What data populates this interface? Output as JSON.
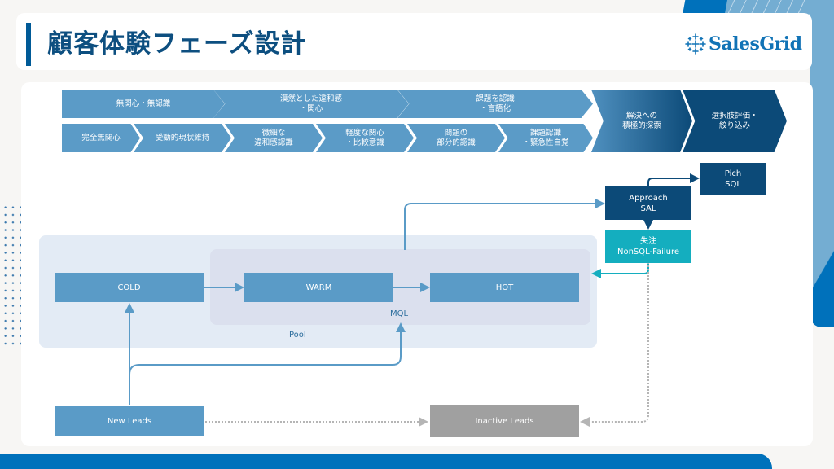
{
  "header": {
    "title": "顧客体験フェーズ設計",
    "logo_text": "SalesGrid",
    "logo_icon": "grid-plus-icon"
  },
  "phases": {
    "top_row": [
      {
        "label": "無関心・無認識"
      },
      {
        "label": "漠然とした違和感\n・関心"
      },
      {
        "label": "課題を認識\n・言語化"
      }
    ],
    "bottom_row": [
      {
        "label": "完全無関心"
      },
      {
        "label": "受動的現状維持"
      },
      {
        "label": "微細な\n違和感認識"
      },
      {
        "label": "軽度な関心\n・比較意識"
      },
      {
        "label": "問題の\n部分的認識"
      },
      {
        "label": "課題認識\n・緊急性自覚"
      }
    ],
    "late": [
      {
        "label": "解決への\n積極的探索"
      },
      {
        "label": "選択肢評価・\n絞り込み"
      }
    ]
  },
  "diagram": {
    "zones": {
      "pool": "Pool",
      "mql": "MQL"
    },
    "nodes": {
      "cold": "COLD",
      "warm": "WARM",
      "hot": "HOT",
      "approach": "Approach\nSAL",
      "pitch": "Pich\nSQL",
      "failure": "失注\nNonSQL-Failure",
      "new_leads": "New Leads",
      "inactive_leads": "Inactive Leads"
    }
  },
  "colors": {
    "primary": "#0071bb",
    "navy": "#0c4a78",
    "light_blue": "#5a9bc7",
    "teal": "#14aebf",
    "gray": "#a0a0a0",
    "title": "#0d4f80"
  }
}
